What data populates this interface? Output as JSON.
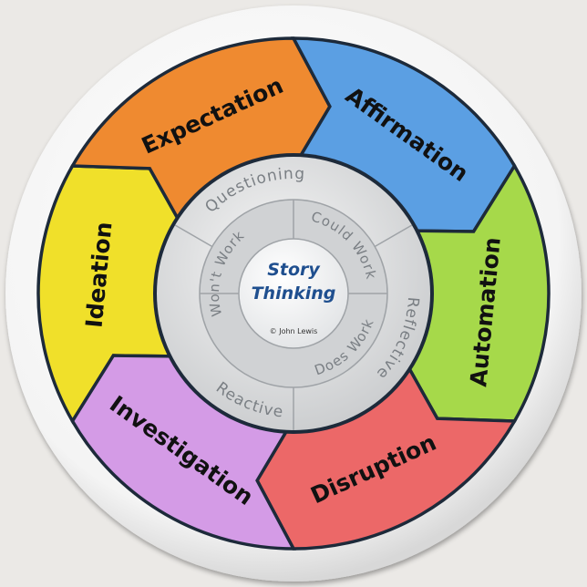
{
  "segments": [
    {
      "label": "Ideation",
      "color": "#f0e02a"
    },
    {
      "label": "Expectation",
      "color": "#ef8a30"
    },
    {
      "label": "Affirmation",
      "color": "#5b9fe3"
    },
    {
      "label": "Automation",
      "color": "#a6d94a"
    },
    {
      "label": "Disruption",
      "color": "#ec6868"
    },
    {
      "label": "Investigation",
      "color": "#d49be6"
    }
  ],
  "outer_ring": [
    "Questioning",
    "Reflective",
    "Reactive"
  ],
  "inner_ring": [
    "Could Work",
    "Does Work",
    "Won't Work"
  ],
  "center": {
    "title_line1": "Story",
    "title_line2": "Thinking",
    "copyright": "© John Lewis"
  }
}
